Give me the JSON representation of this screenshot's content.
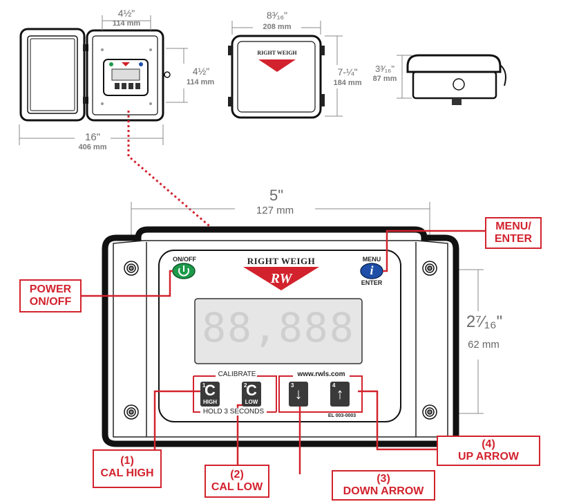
{
  "top_open": {
    "width_in": "4½\"",
    "width_mm": "114 mm",
    "height_in": "4½\"",
    "height_mm": "114 mm",
    "overall_in": "16\"",
    "overall_mm": "406 mm"
  },
  "top_closed": {
    "width_in": "8³⁄₁₆\"",
    "width_mm": "208 mm",
    "height_in": "7-¼\"",
    "height_mm": "184 mm",
    "brand": "RIGHT WEIGH"
  },
  "top_side": {
    "depth_in": "3³⁄₁₆\"",
    "depth_mm": "87 mm"
  },
  "panel": {
    "width_in": "5\"",
    "width_mm": "127 mm",
    "height_in": "2⁷⁄₁₆\"",
    "height_mm": "62 mm",
    "brand": "RIGHT WEIGH",
    "onoff_label": "ON/OFF",
    "menu_label": "MENU",
    "enter_label": "ENTER",
    "menu_icon": "i",
    "display_digits": "88,888",
    "calibrate_label": "CALIBRATE",
    "website": "www.rwls.com",
    "hold_label": "HOLD 3 SECONDS",
    "model": "EL 003-0003",
    "keys": [
      {
        "num": "1",
        "big": "C",
        "sub": "HIGH"
      },
      {
        "num": "2",
        "big": "C",
        "sub": "LOW"
      },
      {
        "num": "3",
        "big": "↓",
        "sub": ""
      },
      {
        "num": "4",
        "big": "↑",
        "sub": ""
      }
    ]
  },
  "callouts": {
    "power": "POWER ON/OFF",
    "menu": "MENU/ ENTER",
    "cal_high_num": "(1)",
    "cal_high": "CAL HIGH",
    "cal_low_num": "(2)",
    "cal_low": "CAL LOW",
    "down_num": "(3)",
    "down": "DOWN ARROW",
    "up_num": "(4)",
    "up": "UP ARROW"
  },
  "colors": {
    "callout_red": "#d2222d",
    "power_green": "#1e9a4b",
    "menu_blue": "#1f4fa8",
    "display_bg": "#e6e6e6"
  }
}
